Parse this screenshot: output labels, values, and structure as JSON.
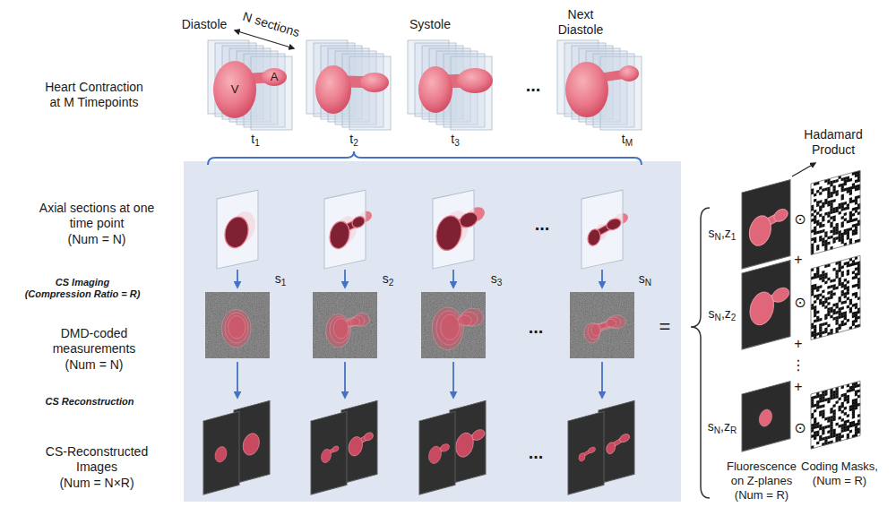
{
  "diagram": {
    "nodes": [
      {
        "text": [
          "s1",
          "s2",
          "s3",
          "...",
          "sN",
          "...",
          "=",
          "..."
        ]
      }
    ],
    "labels": [
      "Heart Contraction at M Timepoints",
      "Diastole",
      "N sections",
      "V",
      "A",
      "t1",
      "Systole",
      "t2",
      "t3",
      "...",
      "Next Diastole",
      "tM",
      "Hadamard Product",
      "Axial sections at one time point (Num = N)",
      "CS Imaging (Compression Ratio = R)",
      "DMD-coded measurements (Num = N)",
      "CS Reconstruction",
      "CS-Reconstructed Images (Num = N×R)",
      "sN,z1",
      "⊙",
      "+",
      "sN,z2",
      "⊙",
      "+",
      "⋮",
      "+",
      "sN,zR",
      "⊙",
      "Fluorescence on Z-planes (Num = R)",
      "Coding Masks, (Num = R)"
    ]
  }
}
